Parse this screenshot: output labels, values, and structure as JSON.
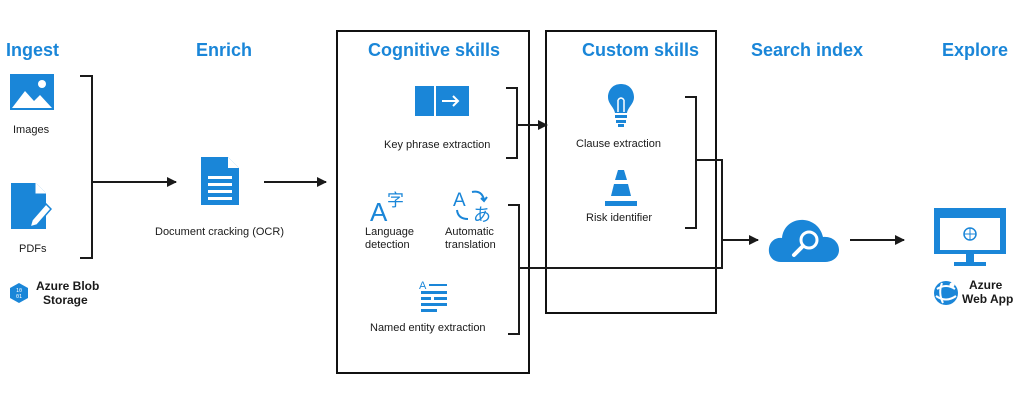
{
  "colors": {
    "accent": "#1a86d8",
    "line": "#1a1a1a"
  },
  "columns": {
    "ingest": "Ingest",
    "enrich": "Enrich",
    "cognitive": "Cognitive skills",
    "custom": "Custom skills",
    "search": "Search index",
    "explore": "Explore"
  },
  "ingest": {
    "images": "Images",
    "pdfs": "PDFs",
    "storage_line1": "Azure Blob",
    "storage_line2": "Storage"
  },
  "enrich": {
    "cracking": "Document cracking (OCR)"
  },
  "cognitive": {
    "key_phrase": "Key phrase extraction",
    "lang_line1": "Language",
    "lang_line2": "detection",
    "trans_line1": "Automatic",
    "trans_line2": "translation",
    "entity": "Named entity extraction"
  },
  "custom": {
    "clause": "Clause extraction",
    "risk": "Risk identifier"
  },
  "explore": {
    "webapp_line1": "Azure",
    "webapp_line2": "Web App"
  },
  "icons": [
    "image-icon",
    "pdf-icon",
    "blob-storage-icon",
    "document-icon",
    "key-phrase-icon",
    "language-detection-icon",
    "translation-icon",
    "entity-icon",
    "lightbulb-icon",
    "traffic-cone-icon",
    "search-cloud-icon",
    "monitor-icon",
    "web-app-icon"
  ]
}
